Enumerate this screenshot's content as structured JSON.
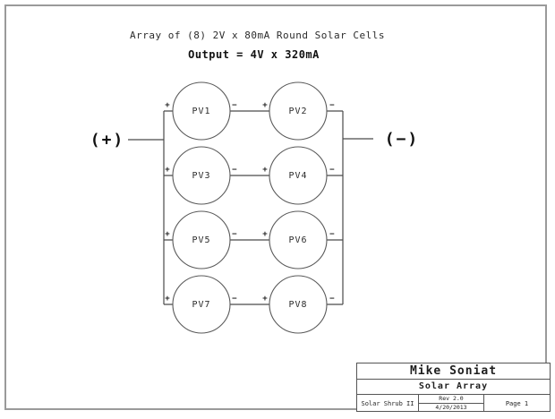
{
  "page": {
    "title": "Array of (8) 2V x 80mA Round Solar Cells",
    "subtitle": "Output = 4V x 320mA"
  },
  "schematic": {
    "positive_lead_label": "(+)",
    "negative_lead_label": "(−)",
    "plus_terminal": "+",
    "minus_terminal": "−",
    "cells": [
      {
        "label": "PV1"
      },
      {
        "label": "PV2"
      },
      {
        "label": "PV3"
      },
      {
        "label": "PV4"
      },
      {
        "label": "PV5"
      },
      {
        "label": "PV6"
      },
      {
        "label": "PV7"
      },
      {
        "label": "PV8"
      }
    ]
  },
  "title_block": {
    "author": "Mike Soniat",
    "drawing_title": "Solar Array",
    "project": "Solar Shrub II",
    "revision": "Rev 2.0",
    "date": "4/20/2013",
    "page_number": "Page 1"
  },
  "colors": {
    "ink": "#4a4a4a",
    "frame": "#9a9a9a",
    "background": "#ffffff"
  }
}
